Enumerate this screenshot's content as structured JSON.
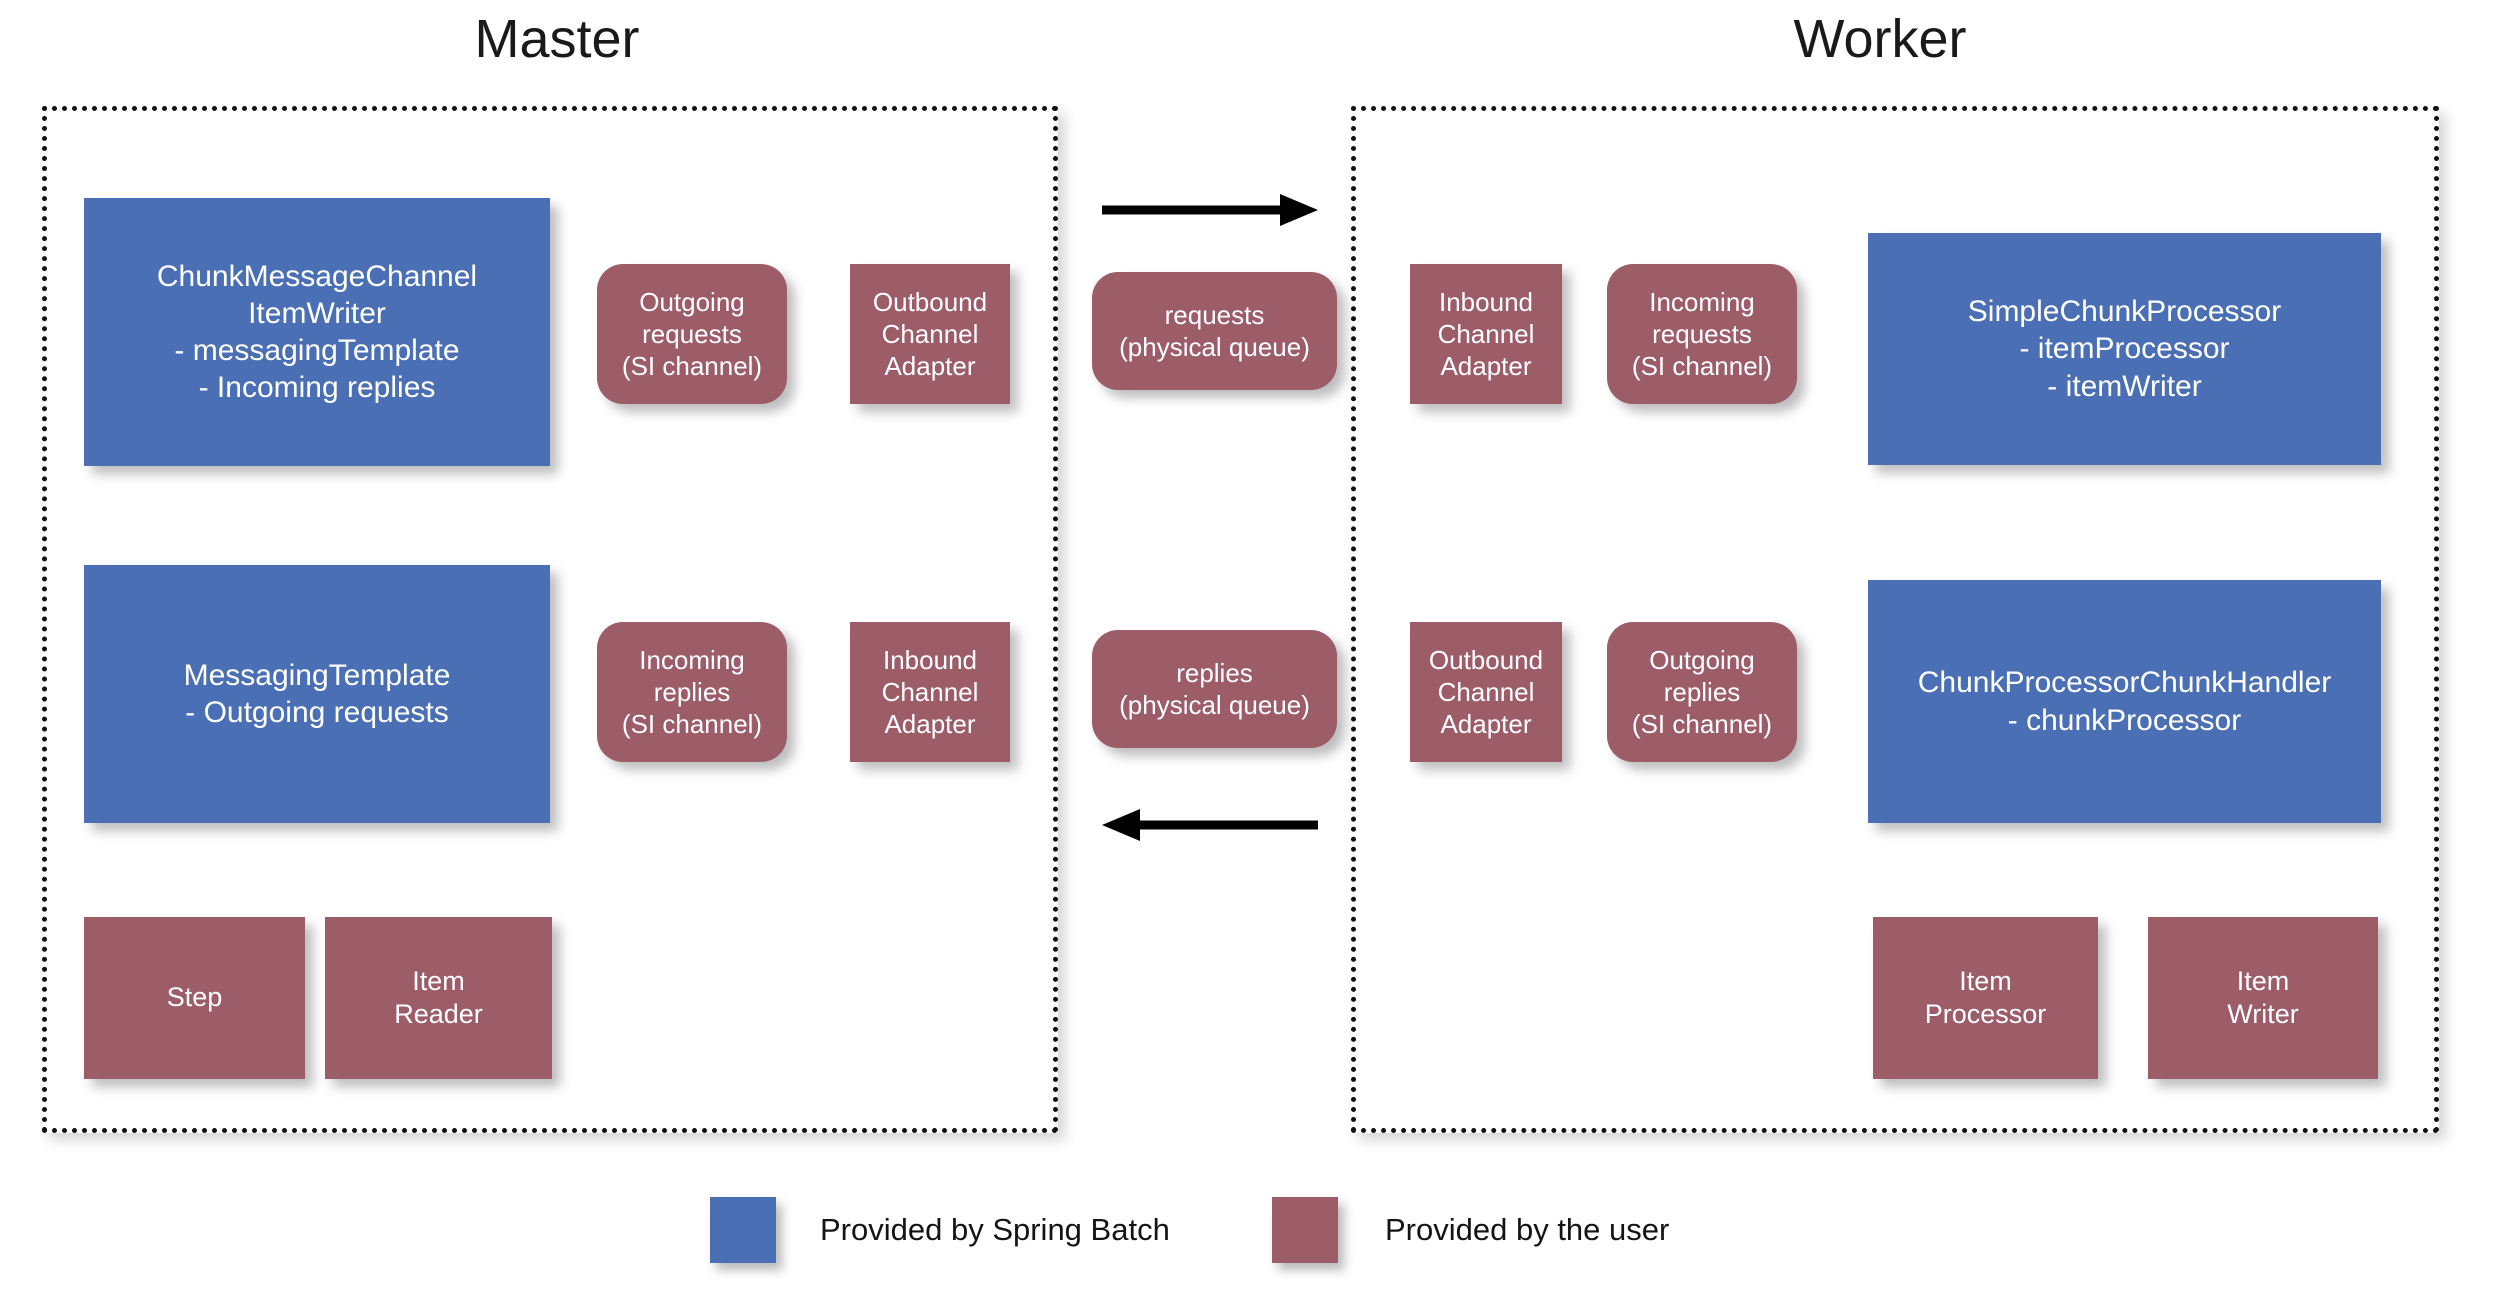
{
  "diagram": {
    "title_left": "Master",
    "title_right": "Worker",
    "colors": {
      "spring_batch_blue": "#4a6fb5",
      "user_mauve": "#9c5c68",
      "panel_border": "#111111",
      "arrow": "#000000",
      "text_on_box": "#ffffff"
    }
  },
  "master": {
    "title": "Master",
    "nodes": {
      "chunk_message_channel_item_writer": "ChunkMessageChannel\nItemWriter\n- messagingTemplate\n- Incoming replies",
      "outgoing_requests_si_channel": "Outgoing\nrequests\n(SI channel)",
      "outbound_channel_adapter": "Outbound\nChannel\nAdapter",
      "messaging_template": "MessagingTemplate\n- Outgoing requests",
      "incoming_replies_si_channel": "Incoming\nreplies\n(SI channel)",
      "inbound_channel_adapter": "Inbound\nChannel\nAdapter",
      "step": "Step",
      "item_reader": "Item\nReader"
    }
  },
  "middle": {
    "requests_queue": "requests\n(physical queue)",
    "replies_queue": "replies\n(physical queue)",
    "arrow_top_direction": "right",
    "arrow_bottom_direction": "left"
  },
  "worker": {
    "title": "Worker",
    "nodes": {
      "inbound_channel_adapter": "Inbound\nChannel\nAdapter",
      "incoming_requests_si_channel": "Incoming\nrequests\n(SI channel)",
      "simple_chunk_processor": "SimpleChunkProcessor\n- itemProcessor\n- itemWriter",
      "outbound_channel_adapter": "Outbound\nChannel\nAdapter",
      "outgoing_replies_si_channel": "Outgoing\nreplies\n(SI channel)",
      "chunk_processor_chunk_handler": "ChunkProcessorChunkHandler\n- chunkProcessor",
      "item_processor": "Item\nProcessor",
      "item_writer": "Item\nWriter"
    }
  },
  "legend": {
    "items": [
      {
        "color": "#4a6fb5",
        "label": "Provided by Spring Batch"
      },
      {
        "color": "#9c5c68",
        "label": "Provided by the user"
      }
    ]
  }
}
